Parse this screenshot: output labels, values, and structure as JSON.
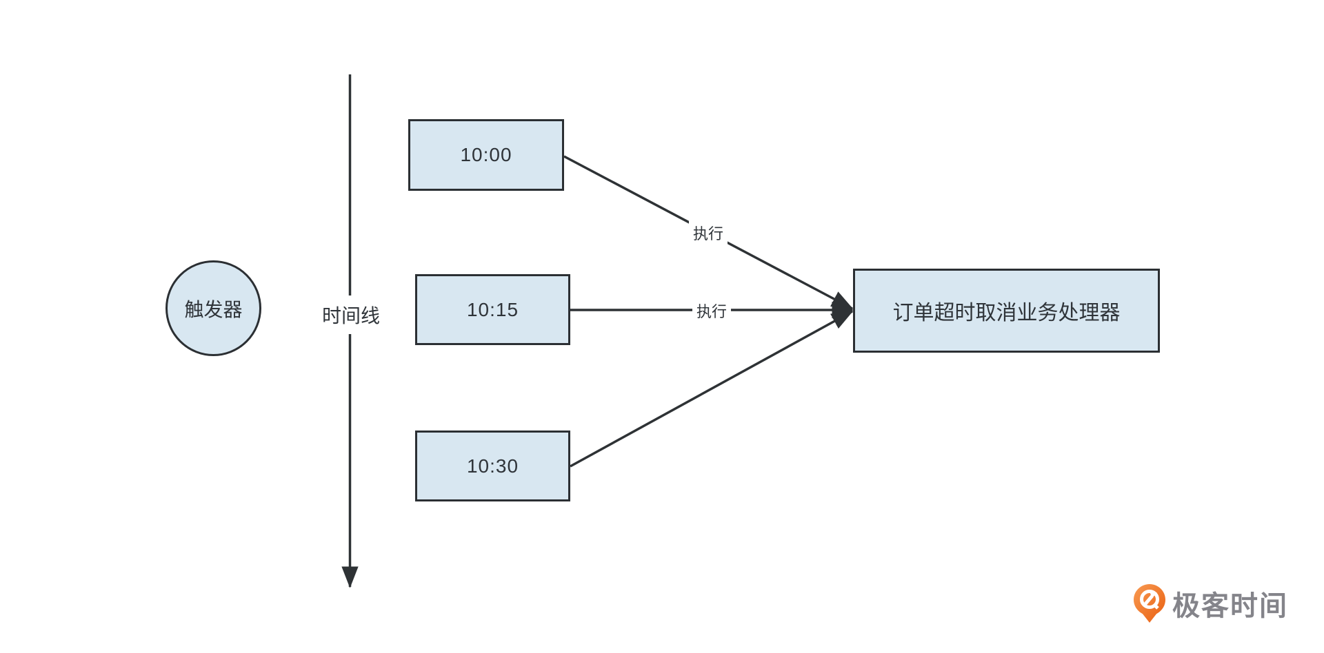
{
  "diagram": {
    "trigger_label": "触发器",
    "timeline_label": "时间线",
    "time_nodes": [
      {
        "label": "10:00"
      },
      {
        "label": "10:15"
      },
      {
        "label": "10:30"
      }
    ],
    "edge_labels": [
      {
        "label": "执行"
      },
      {
        "label": "执行"
      }
    ],
    "processor_label": "订单超时取消业务处理器"
  },
  "branding": {
    "logo_text": "极客时间",
    "logo_icon": "geektime-pin-arrow-icon"
  },
  "colors": {
    "background": "#ffffff",
    "node_fill": "#d8e7f1",
    "node_border": "#2b2f33",
    "connector_line": "#2e3235",
    "text": "#2f3439",
    "logo_orange": "#ee7224",
    "logo_text_gray": "#84848a"
  }
}
